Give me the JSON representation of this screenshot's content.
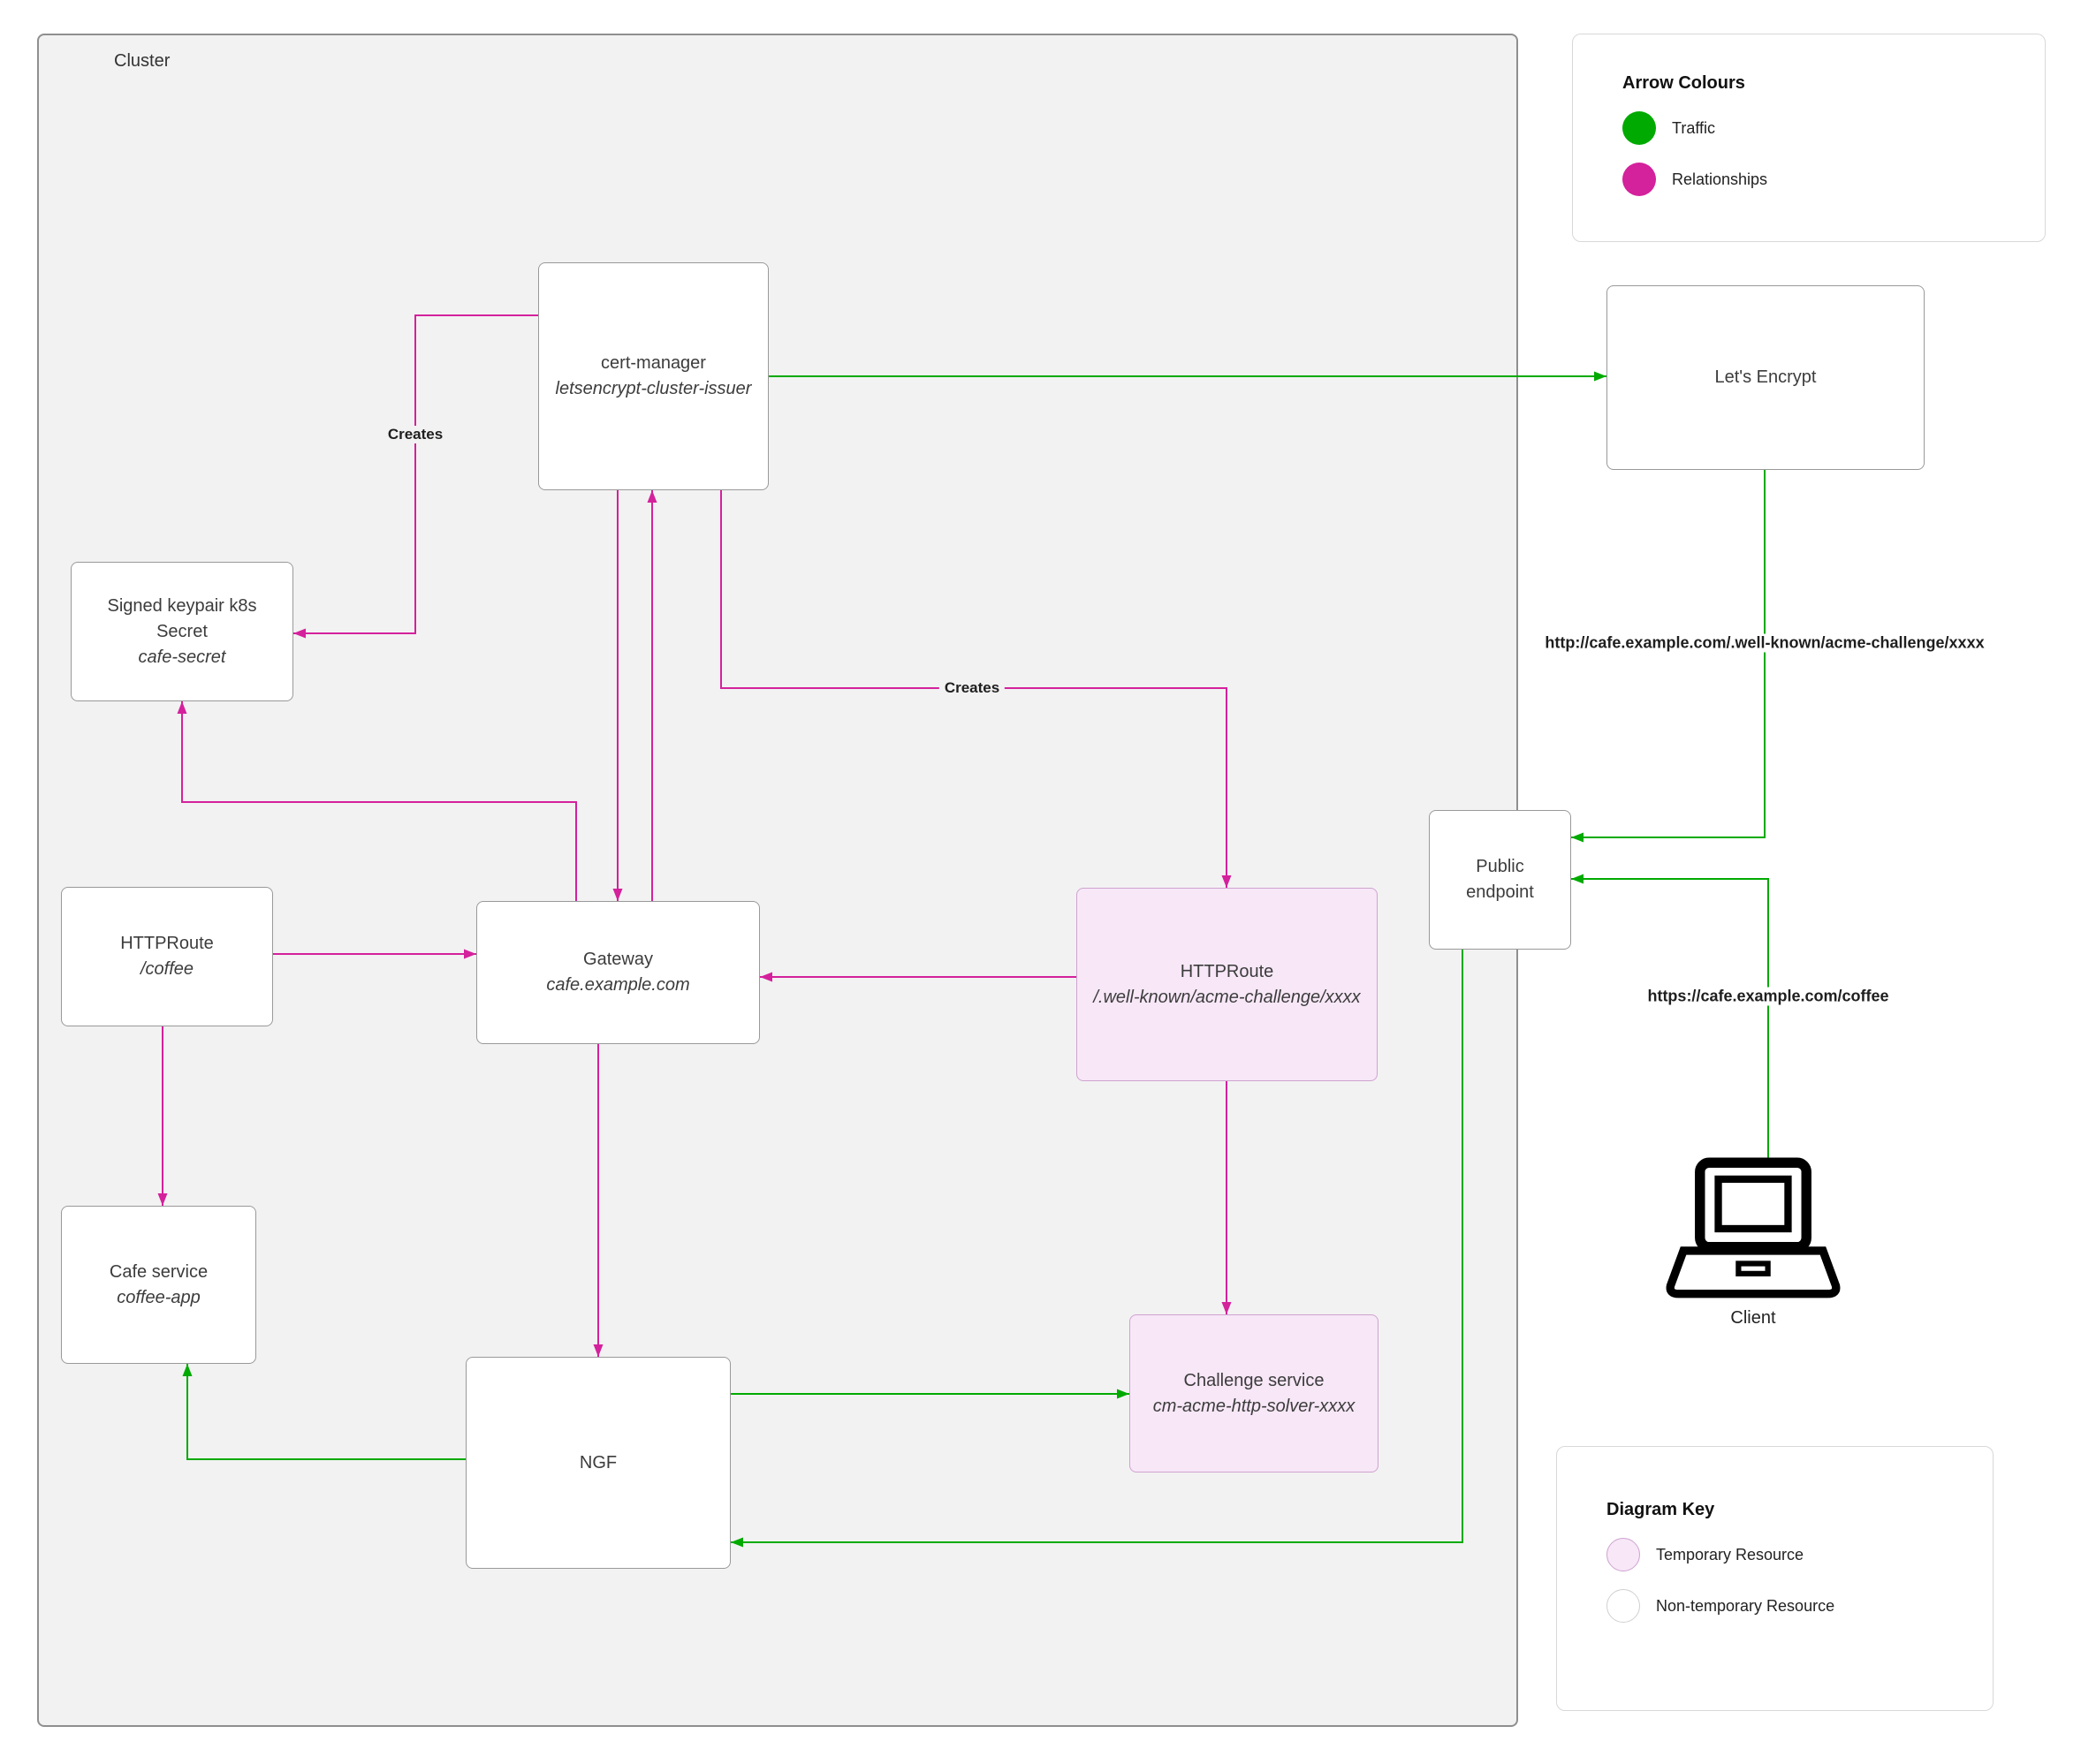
{
  "colors": {
    "traffic_green": "#00aa00",
    "relationships_magenta": "#d4219c",
    "temporary_fill": "#f7e7f7",
    "non_temporary_fill": "#ffffff",
    "cluster_fill": "#f2f2f2"
  },
  "cluster": {
    "label": "Cluster"
  },
  "nodes": {
    "cert_manager": {
      "title": "cert-manager",
      "subtitle": "letsencrypt-cluster-issuer"
    },
    "signed_keypair": {
      "title": "Signed keypair k8s Secret",
      "subtitle": "cafe-secret"
    },
    "httproute_coffee": {
      "title": "HTTPRoute",
      "subtitle": "/coffee"
    },
    "gateway": {
      "title": "Gateway",
      "subtitle": "cafe.example.com"
    },
    "httproute_acme": {
      "title": "HTTPRoute",
      "subtitle": "/.well-known/acme-challenge/xxxx"
    },
    "cafe_service": {
      "title": "Cafe service",
      "subtitle": "coffee-app"
    },
    "ngf": {
      "title": "NGF"
    },
    "challenge_service": {
      "title": "Challenge service",
      "subtitle": "cm-acme-http-solver-xxxx"
    },
    "lets_encrypt": {
      "title": "Let's Encrypt"
    },
    "public_endpoint": {
      "title": "Public endpoint"
    },
    "client": {
      "label": "Client"
    }
  },
  "edge_labels": {
    "creates_secret": "Creates",
    "creates_httproute": "Creates",
    "acme_url": "http://cafe.example.com/.well-known/acme-challenge/xxxx",
    "coffee_url": "https://cafe.example.com/coffee"
  },
  "arrow_colours_legend": {
    "title": "Arrow Colours",
    "items": [
      {
        "label": "Traffic",
        "color": "#00aa00"
      },
      {
        "label": "Relationships",
        "color": "#d4219c"
      }
    ]
  },
  "diagram_key": {
    "title": "Diagram Key",
    "items": [
      {
        "label": "Temporary Resource",
        "fill": "#f7e7f7"
      },
      {
        "label": "Non-temporary Resource",
        "fill": "#ffffff"
      }
    ]
  }
}
